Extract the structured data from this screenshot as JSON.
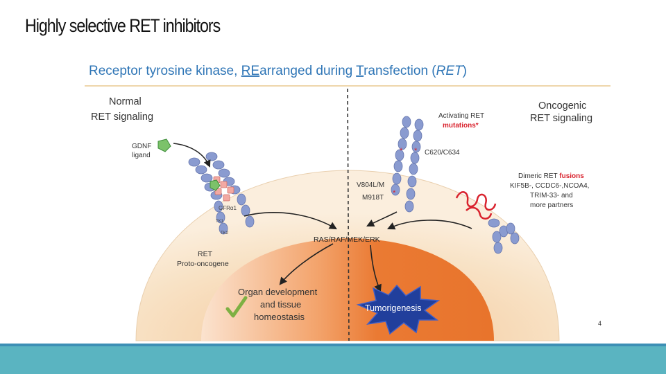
{
  "slide": {
    "title": "Highly selective RET inhibitors",
    "page_number": "4"
  },
  "figure": {
    "header": {
      "prefix": "Receptor tyrosine kinase, ",
      "re": "RE",
      "arranged": "arranged during ",
      "t": "T",
      "ransfection": "ransfection (",
      "ret": "RET",
      "close": ")"
    },
    "left_panel": {
      "title_line1": "Normal",
      "title_line2": "RET signaling",
      "ligand_line1": "GDNF",
      "ligand_line2": "ligand",
      "gfra1": "GFRα1",
      "tk1": "TK1",
      "tk2": "TK2",
      "proto_line1": "RET",
      "proto_line2": "Proto-oncogene"
    },
    "right_panel": {
      "title_line1": "Oncogenic",
      "title_line2": "RET signaling",
      "mutations_line1": "Activating RET",
      "mutations_line2": "mutations*",
      "c620": "C620/C634",
      "v804_line1": "V804L/M",
      "v804_line2": "M918T",
      "fusions_line1_a": "Dimeric RET ",
      "fusions_line1_b": "fusions",
      "fusions_line2": "KIF5B-, CCDC6-,NCOA4,",
      "fusions_line3": "TRIM-33- and",
      "fusions_line4": "more partners"
    },
    "pathway": "RAS/RAF/MEK/ERK",
    "outcome_left_line1": "Organ development",
    "outcome_left_line2": "and tissue",
    "outcome_left_line3": "homeostasis",
    "outcome_right": "Tumorigenesis"
  },
  "colors": {
    "header_text": "#2e75b6",
    "mutation_red": "#d9232e",
    "cell_outer": "#f7e3c9",
    "nucleus": "#e8742c",
    "receptor_blue": "#8a9bd0",
    "bottom_bar": "#5ab4c1",
    "check_green": "#7db043"
  }
}
